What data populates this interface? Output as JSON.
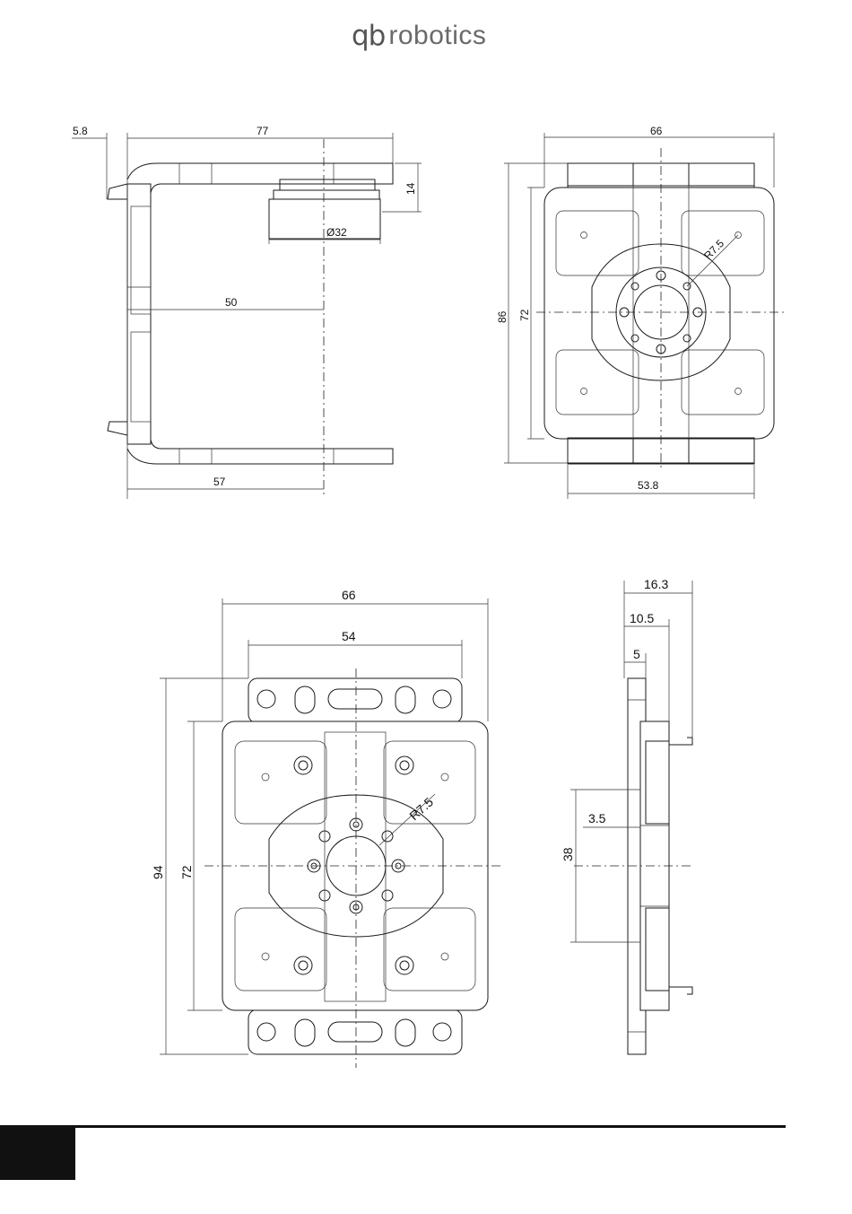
{
  "header": {
    "logo_mark": "qb",
    "logo_word": "robotics"
  },
  "views": {
    "side_view": {
      "dims": {
        "offset": "5.8",
        "length": "77",
        "height": "14",
        "diameter": "Ø32",
        "mid": "50",
        "base": "57"
      }
    },
    "top_view": {
      "dims": {
        "width": "66",
        "bottom_width": "53.8",
        "outer_height": "86",
        "inner_height": "72",
        "radius": "R7.5"
      }
    },
    "front_view": {
      "dims": {
        "width": "66",
        "inner_width": "54",
        "outer_height": "94",
        "inner_height": "72",
        "radius": "R7.5"
      }
    },
    "profile_view": {
      "dims": {
        "d1": "16.3",
        "d2": "10.5",
        "d3": "5",
        "d4": "3.5",
        "d5": "38"
      }
    }
  }
}
